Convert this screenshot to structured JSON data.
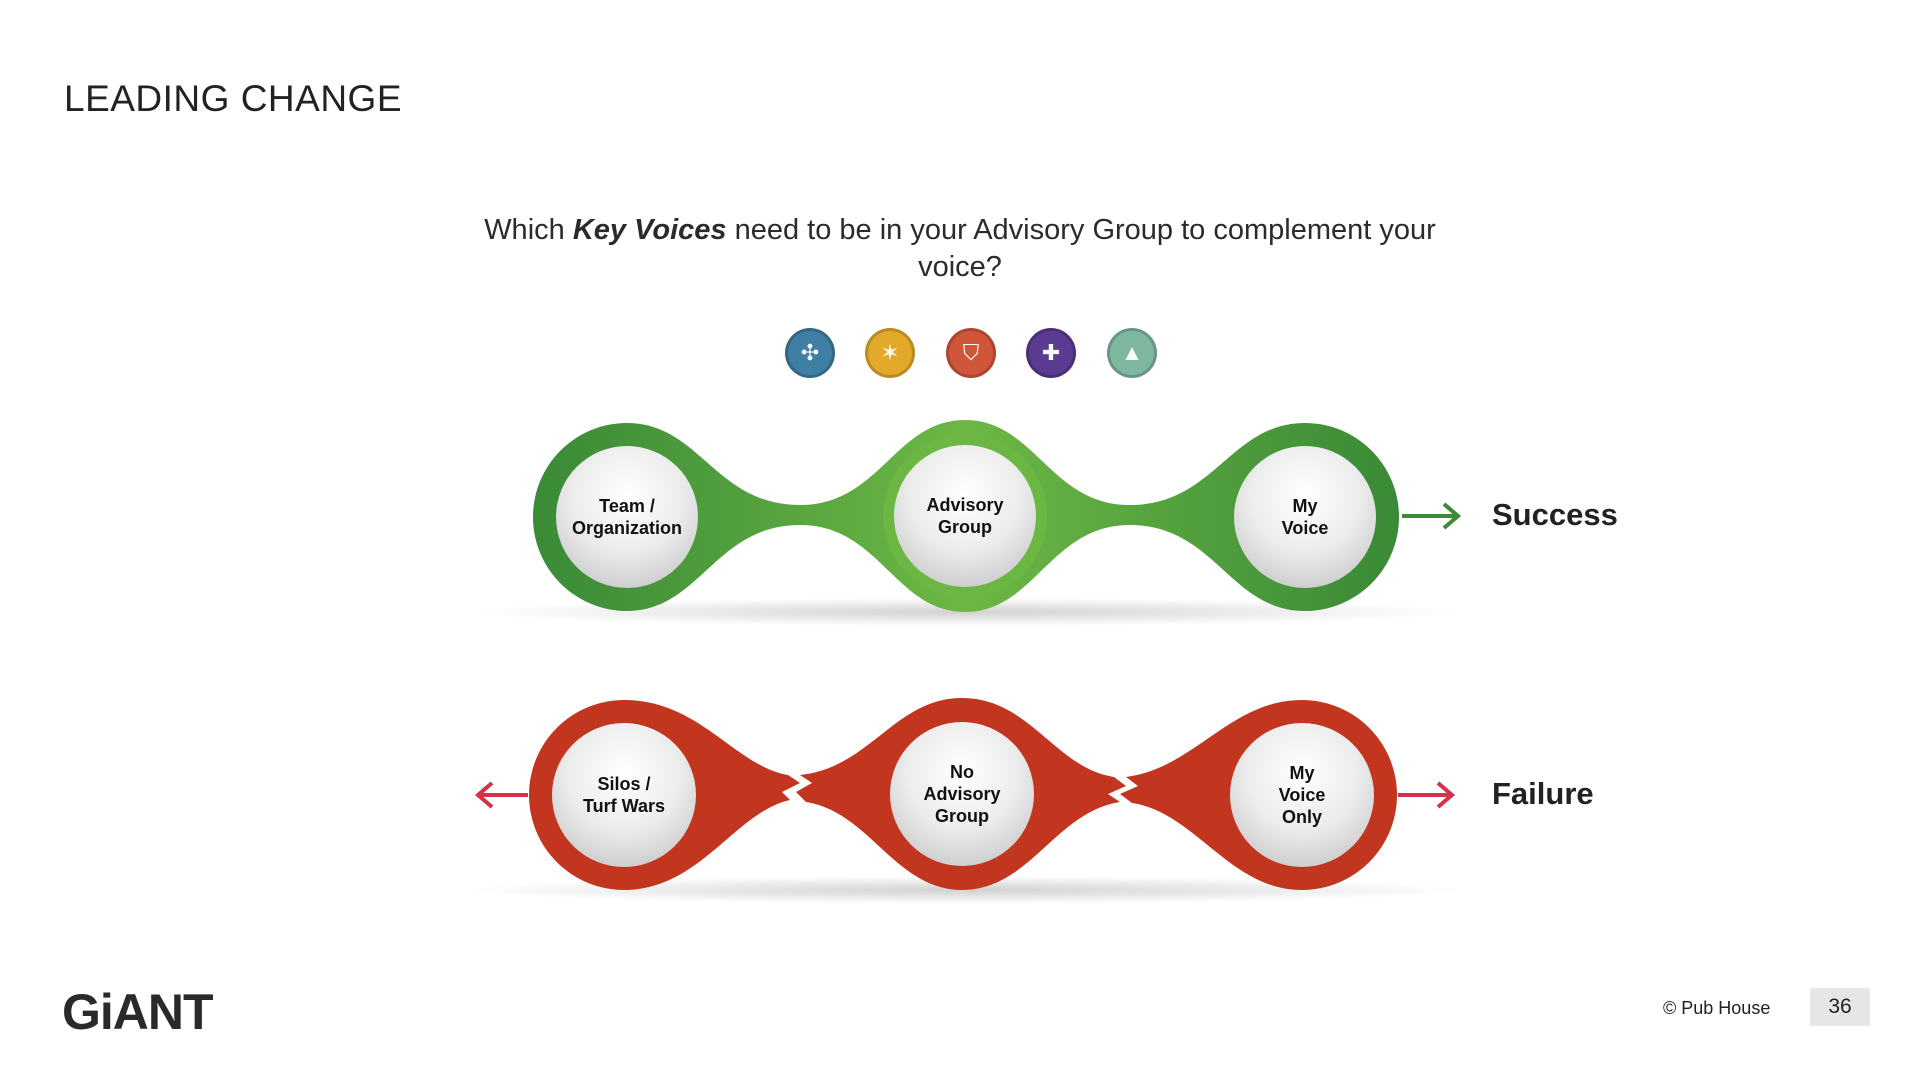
{
  "slide": {
    "title": "LEADING CHANGE",
    "question_before": "Which ",
    "question_emphasis": "Key Voices",
    "question_after": " need to be in your Advisory Group to complement your voice?",
    "footer_copyright": "© Pub House",
    "page_number": "36",
    "logo_text": "GiANT"
  },
  "voice_icons": [
    {
      "name": "connector-icon",
      "color": "#3f7fa3"
    },
    {
      "name": "telescope-icon",
      "color": "#e3a92b"
    },
    {
      "name": "shield-icon",
      "color": "#d0563a"
    },
    {
      "name": "medical-kit-icon",
      "color": "#5b3a91"
    },
    {
      "name": "mountain-icon",
      "color": "#7fb8a0"
    }
  ],
  "success_chain": {
    "nodes": [
      "Team / Organization",
      "Advisory Group",
      "My Voice"
    ],
    "outcome": "Success",
    "color_dark": "#3a8a37",
    "color_light": "#6cb744"
  },
  "failure_chain": {
    "nodes": [
      "Silos / Turf Wars",
      "No Advisory Group",
      "My Voice Only"
    ],
    "outcome": "Failure",
    "color": "#c2361f",
    "arrow_color": "#d2324a"
  }
}
